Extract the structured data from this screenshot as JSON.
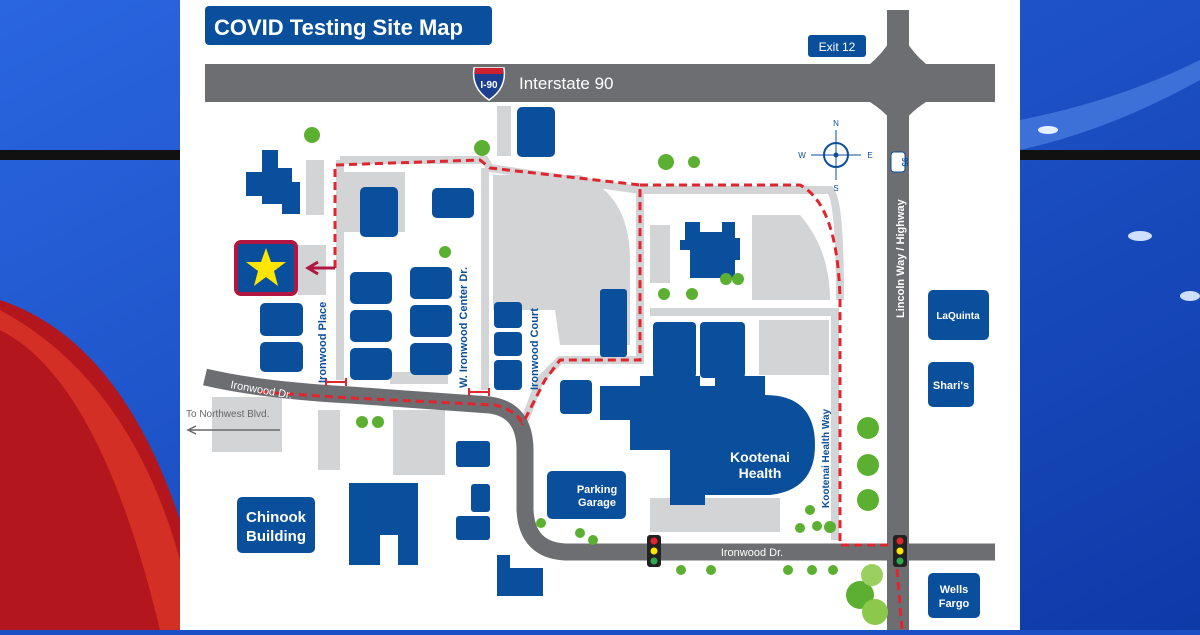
{
  "title": "COVID Testing Site Map",
  "exit_label": "Exit 12",
  "interstate": {
    "shield": "I-90",
    "label": "Interstate 90"
  },
  "compass": {
    "n": "N",
    "s": "S",
    "e": "E",
    "w": "W"
  },
  "highway": {
    "shield": "95",
    "label": "Lincoln Way / Highway"
  },
  "streets": {
    "ironwood_place": "Ironwood Place",
    "w_ironwood_center": "W. Ironwood Center Dr.",
    "ironwood_court": "Ironwood Court",
    "ironwood_dr_west": "Ironwood Dr.",
    "ironwood_dr_south": "Ironwood Dr.",
    "kootenai_health_way": "Kootenai Health Way",
    "to_northwest": "To Northwest Blvd."
  },
  "buildings": {
    "laquinta": "LaQuinta",
    "sharis": "Shari's",
    "wells_fargo": [
      "Wells",
      "Fargo"
    ],
    "chinook": [
      "Chinook",
      "Building"
    ],
    "parking": [
      "Parking",
      "Garage"
    ],
    "kootenai": [
      "Kootenai",
      "Health"
    ]
  },
  "colors": {
    "building": "#0a4f9b",
    "road": "#6d6e71",
    "lot": "#d3d4d6",
    "route": "#e0252f",
    "star": "#ffe600",
    "tree": "#5cb031"
  }
}
